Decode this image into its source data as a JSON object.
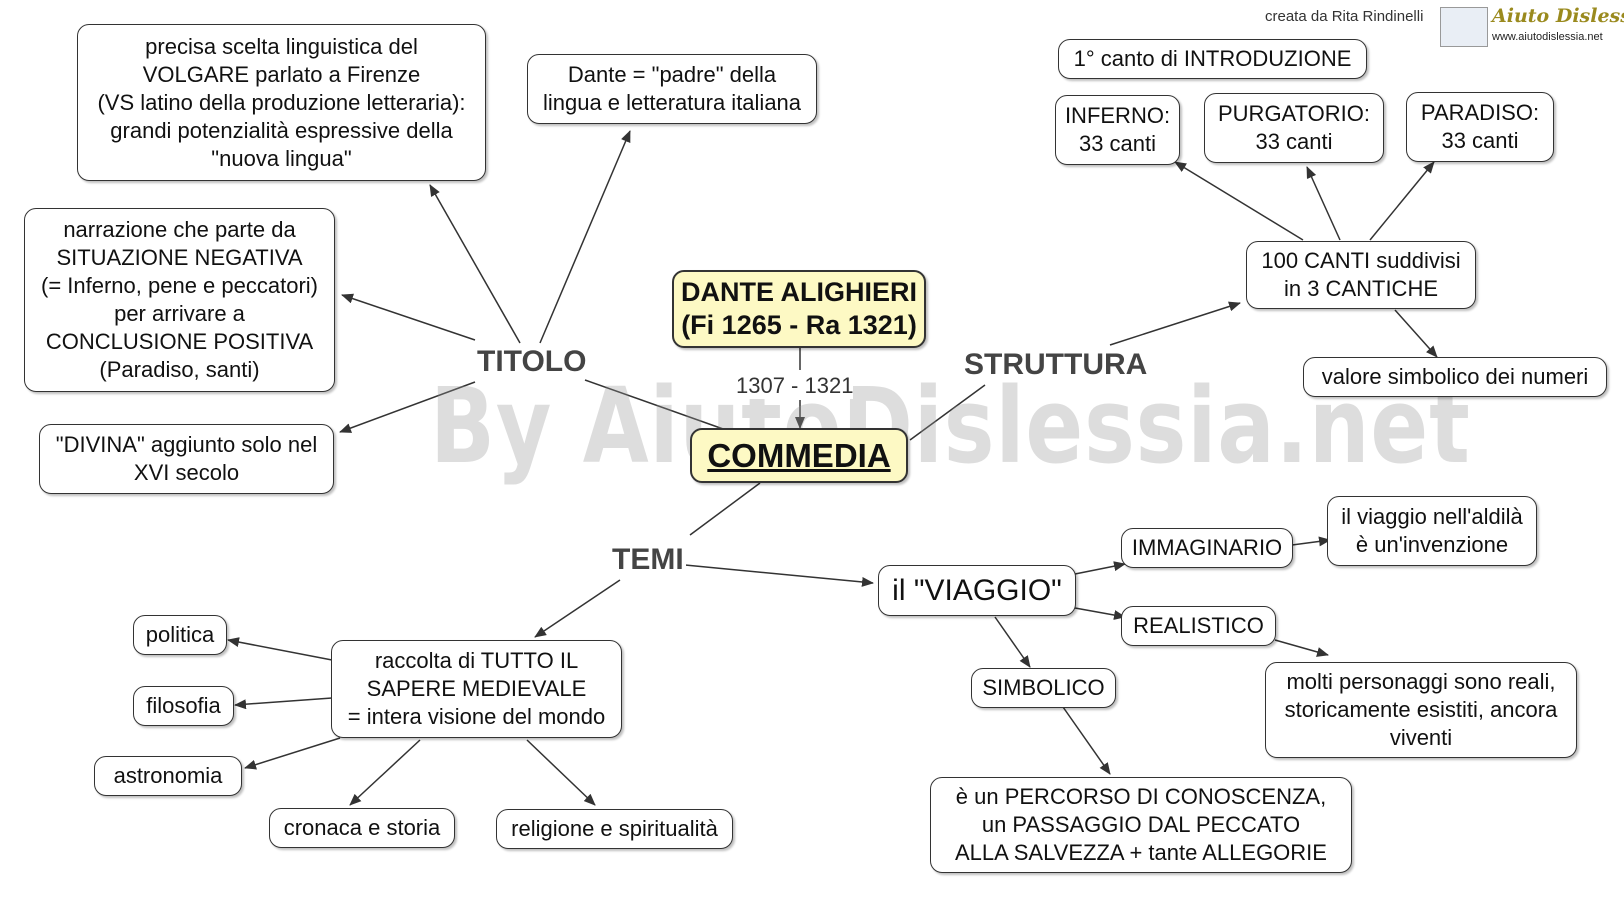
{
  "header": {
    "credit": "creata da Rita Rindinelli",
    "logo_title": "Aiuto Dislessia",
    "logo_url": "www.aiutodislessia.net"
  },
  "watermark": "By AiutoDislessia.net",
  "center": {
    "author_line1": "DANTE ALIGHIERI",
    "author_line2": "(Fi 1265 - Ra 1321)",
    "dates": "1307 - 1321",
    "title": "COMMEDIA"
  },
  "link_labels": {
    "titolo": "TITOLO",
    "struttura": "STRUTTURA",
    "temi": "TEMI"
  },
  "titolo": {
    "volgare": [
      "precisa scelta linguistica del",
      "VOLGARE parlato a Firenze",
      "(VS latino della produzione letteraria):",
      "grandi potenzialità espressive della",
      "\"nuova lingua\""
    ],
    "padre": [
      "Dante = \"padre\" della",
      "lingua e letteratura italiana"
    ],
    "narrazione": [
      "narrazione che parte da",
      "SITUAZIONE NEGATIVA",
      "(= Inferno, pene e peccatori)",
      "per arrivare a",
      "CONCLUSIONE POSITIVA",
      "(Paradiso, santi)"
    ],
    "divina": [
      "\"DIVINA\" aggiunto solo nel",
      "XVI secolo"
    ]
  },
  "struttura": {
    "introduzione": [
      "1° canto di INTRODUZIONE"
    ],
    "inferno": [
      "INFERNO:",
      "33 canti"
    ],
    "purgatorio": [
      "PURGATORIO:",
      "33 canti"
    ],
    "paradiso": [
      "PARADISO:",
      "33 canti"
    ],
    "cento_canti": [
      "100 CANTI suddivisi",
      "in 3 CANTICHE"
    ],
    "valore": [
      "valore simbolico dei numeri"
    ]
  },
  "temi": {
    "viaggio": [
      "il \"VIAGGIO\""
    ],
    "immaginario": [
      "IMMAGINARIO"
    ],
    "invenzione": [
      "il viaggio nell'aldilà",
      "è un'invenzione"
    ],
    "realistico": [
      "REALISTICO"
    ],
    "personaggi": [
      "molti personaggi sono reali,",
      "storicamente esistiti, ancora",
      "viventi"
    ],
    "simbolico": [
      "SIMBOLICO"
    ],
    "percorso": [
      "è un PERCORSO DI CONOSCENZA,",
      "un PASSAGGIO DAL PECCATO",
      "ALLA SALVEZZA + tante ALLEGORIE"
    ],
    "sapere": [
      "raccolta di TUTTO IL",
      "SAPERE MEDIEVALE",
      "= intera visione del mondo"
    ],
    "politica": [
      "politica"
    ],
    "filosofia": [
      "filosofia"
    ],
    "astronomia": [
      "astronomia"
    ],
    "cronaca": [
      "cronaca e storia"
    ],
    "religione": [
      "religione e spiritualità"
    ]
  }
}
